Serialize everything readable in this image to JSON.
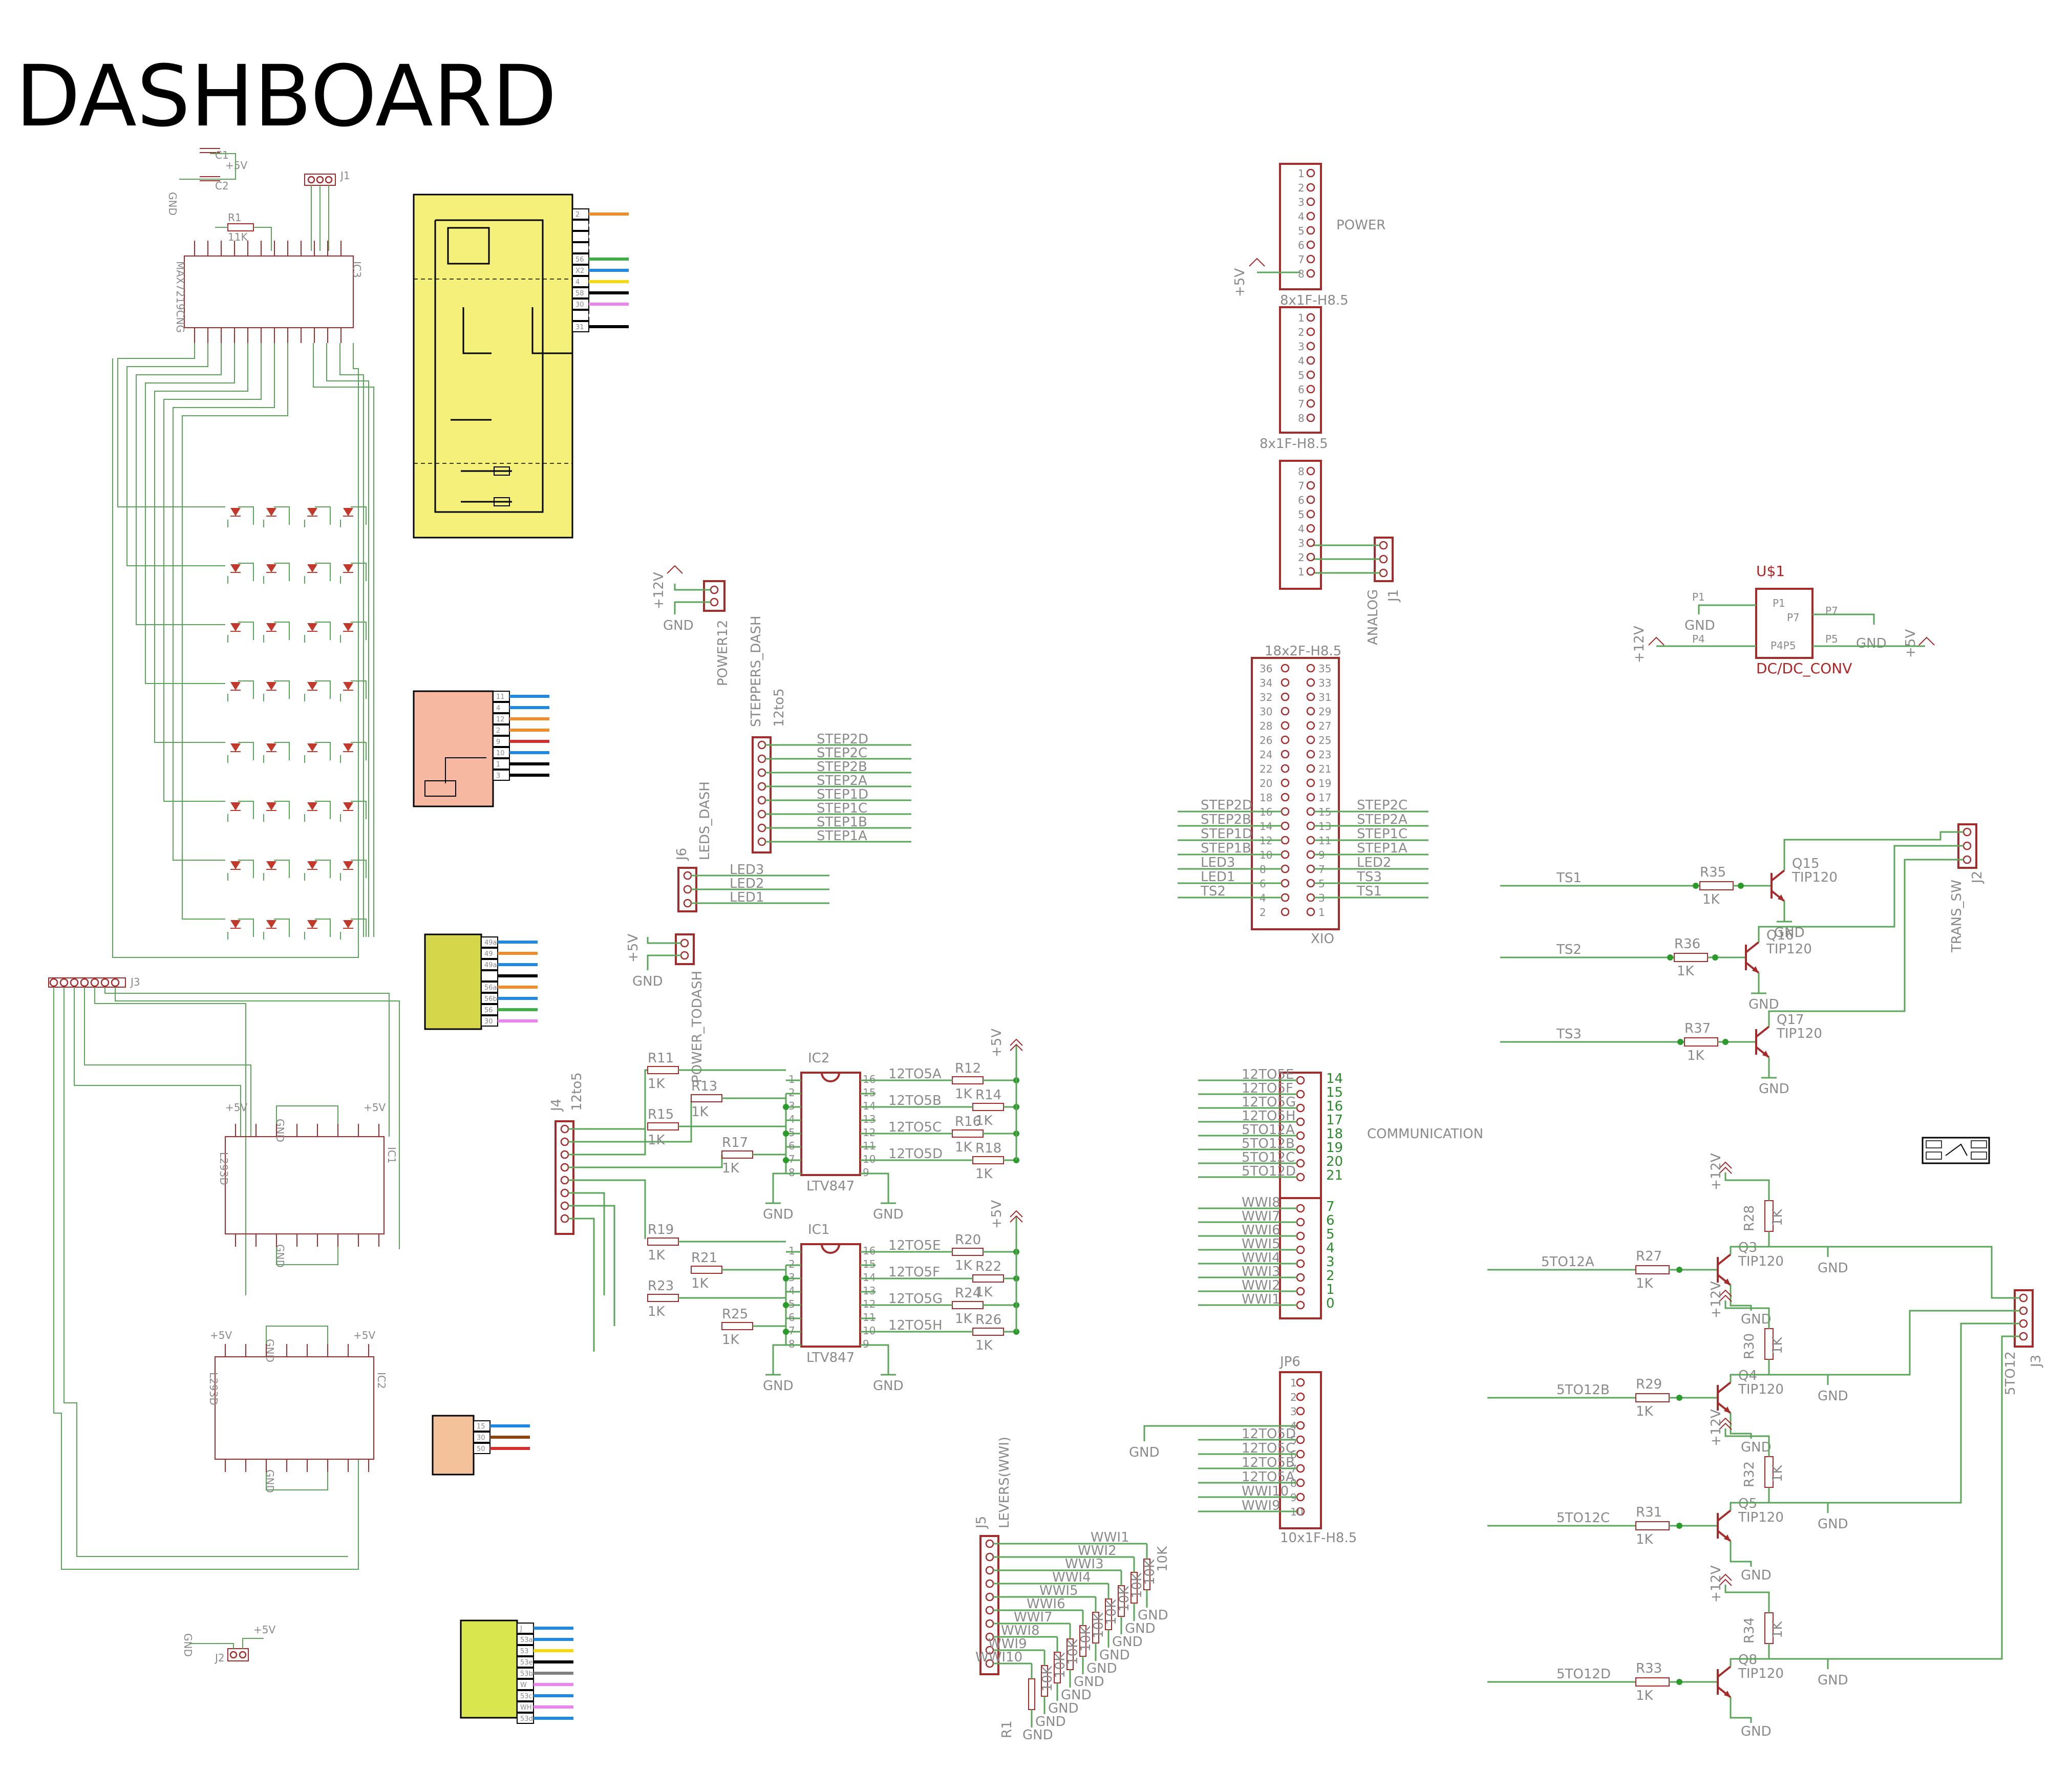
{
  "title": "DASHBOARD",
  "labels": {
    "max": "MAX7219CNG",
    "ic3": "IC3",
    "c1": "C1",
    "c2": "C2",
    "r1": "R1",
    "r1v": "11K",
    "j1top": "J1",
    "gnd": "GND",
    "p5v": "+5V",
    "p12v": "+12V",
    "j3left": "J3",
    "ic1left": "IC1",
    "ic2left": "IC2",
    "l293d": "L293D",
    "j2left": "J2",
    "power12": "POWER12",
    "steppers": "STEPPERS_DASH",
    "twelveto5": "12to5",
    "leds_dash": "LEDS_DASH",
    "j6": "J6",
    "power_todash": "POWER_TODASH",
    "j4": "J4",
    "ic2": "IC2",
    "ic1": "IC1",
    "ltv847": "LTV847",
    "j5": "J5",
    "levers": "LEVERS(WWI)",
    "power": "POWER",
    "conn8": "8x1F-H8.5",
    "analog": "ANALOG",
    "j1": "J1",
    "conn18": "18x2F-H8.5",
    "xio": "XIO",
    "communication": "COMMUNICATION",
    "jp6": "JP6",
    "conn10": "10x1F-H8.5",
    "us1": "U$1",
    "dcdc": "DC/DC_CONV",
    "trans_sw": "TRANS_SW",
    "j2": "J2",
    "twelve": "5TO12",
    "j3": "J3",
    "tip120": "TIP120",
    "k1": "1K",
    "k10": "10K"
  },
  "steps": [
    "STEP2D",
    "STEP2C",
    "STEP2B",
    "STEP2A",
    "STEP1D",
    "STEP1C",
    "STEP1B",
    "STEP1A"
  ],
  "leds": [
    "LED3",
    "LED2",
    "LED1"
  ],
  "xio_left": [
    "STEP2D",
    "STEP2B",
    "STEP1D",
    "STEP1B",
    "LED3",
    "LED1",
    "TS2"
  ],
  "xio_right": [
    "STEP2C",
    "STEP2A",
    "STEP1C",
    "STEP1A",
    "LED2",
    "TS3",
    "TS1"
  ],
  "ic2_out": [
    "12TO5A",
    "12TO5B",
    "12TO5C",
    "12TO5D"
  ],
  "ic1_out": [
    "12TO5E",
    "12TO5F",
    "12TO5G",
    "12TO5H"
  ],
  "ic2_res": [
    "R11",
    "R13",
    "R15",
    "R17",
    "R12",
    "R14",
    "R16",
    "R18"
  ],
  "ic1_res": [
    "R19",
    "R21",
    "R23",
    "R25",
    "R20",
    "R22",
    "R24",
    "R26"
  ],
  "comm_left": [
    "12TO5E",
    "12TO5F",
    "12TO5G",
    "12TO5H",
    "5TO12A",
    "5TO12B",
    "5TO12C",
    "5TO12D"
  ],
  "comm_nums": [
    "14",
    "15",
    "16",
    "17",
    "18",
    "19",
    "20",
    "21"
  ],
  "wwi_left": [
    "WWI8",
    "WWI7",
    "WWI6",
    "WWI5",
    "WWI4",
    "WWI3",
    "WWI2",
    "WWI1"
  ],
  "wwi_nums": [
    "7",
    "6",
    "5",
    "4",
    "3",
    "2",
    "1",
    "0"
  ],
  "jp6_labels": [
    "12TO5D",
    "12TO5C",
    "12TO5B",
    "12TO5A",
    "WWI10",
    "WWI9"
  ],
  "lever_labels": [
    "WWI1",
    "WWI2",
    "WWI3",
    "WWI4",
    "WWI5",
    "WWI6",
    "WWI7",
    "WWI8",
    "WWI9",
    "WWI10"
  ],
  "ts": [
    "TS1",
    "TS2",
    "TS3"
  ],
  "ts_res": [
    "R35",
    "R36",
    "R37"
  ],
  "ts_q": [
    "Q15",
    "Q16",
    "Q17"
  ],
  "to12": [
    "5TO12A",
    "5TO12B",
    "5TO12C",
    "5TO12D"
  ],
  "to12_res": [
    "R27",
    "R29",
    "R31",
    "R33"
  ],
  "to12_pull": [
    "R28",
    "R30",
    "R32",
    "R34"
  ],
  "to12_q": [
    "Q3",
    "Q4",
    "Q5",
    "Q8"
  ],
  "dcdc_pins": [
    "P1",
    "P7",
    "P4",
    "P5",
    "P1",
    "P7",
    "P4P5"
  ],
  "colors": {
    "wire": "#5aa55a",
    "part": "#a52a2a",
    "relay_yellow": "#f5f07a",
    "relay_salmon": "#f6b8a0",
    "relay_olive": "#d6d64a",
    "relay_orange": "#f3c29a",
    "relay_lime": "#d9e64e"
  }
}
